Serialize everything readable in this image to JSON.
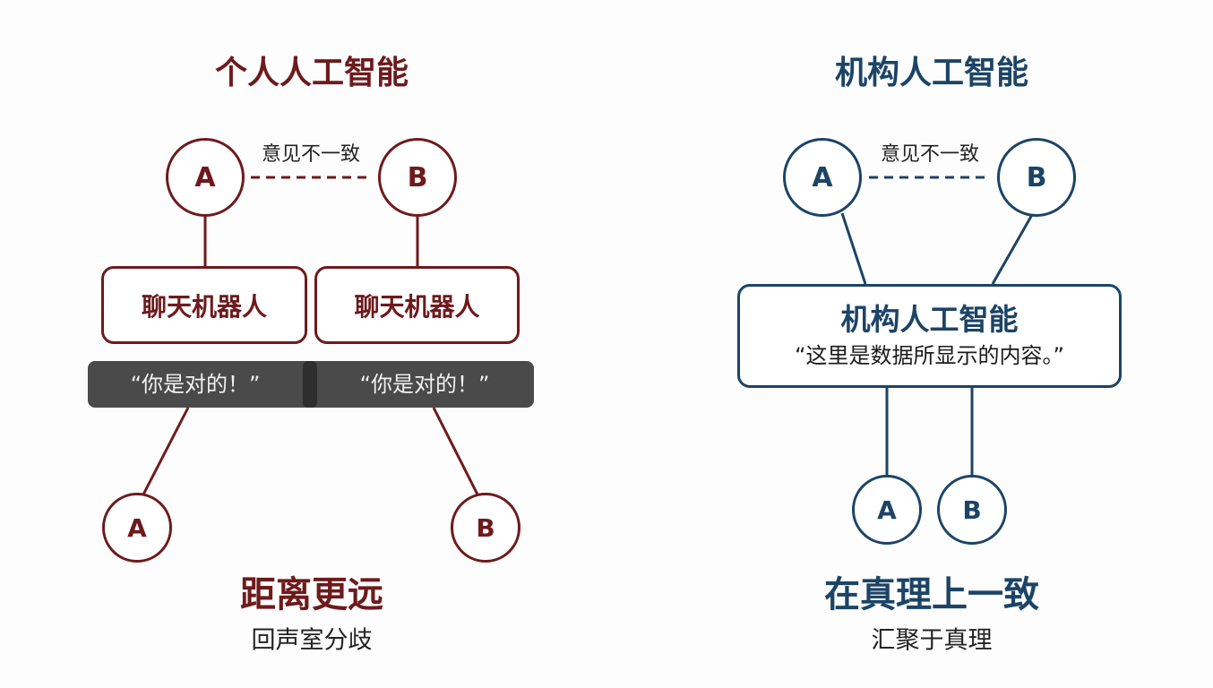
{
  "colors": {
    "personal": "#6e1a1c",
    "institutional": "#1c4466",
    "bubble_bar": "#4a4a4a"
  },
  "left": {
    "title": "个人人工智能",
    "disagree_label": "意见不一致",
    "user_a": "A",
    "user_b": "B",
    "chatbot_a": "聊天机器人",
    "chatbot_b": "聊天机器人",
    "reply_a": "“你是对的！”",
    "reply_b": "“你是对的！”",
    "result_a": "A",
    "result_b": "B",
    "outcome": "距离更远",
    "outcome_sub": "回声室分歧"
  },
  "right": {
    "title": "机构人工智能",
    "disagree_label": "意见不一致",
    "user_a": "A",
    "user_b": "B",
    "ai_box_title": "机构人工智能",
    "ai_box_quote": "“这里是数据所显示的内容。”",
    "result_a": "A",
    "result_b": "B",
    "outcome": "在真理上一致",
    "outcome_sub": "汇聚于真理"
  }
}
